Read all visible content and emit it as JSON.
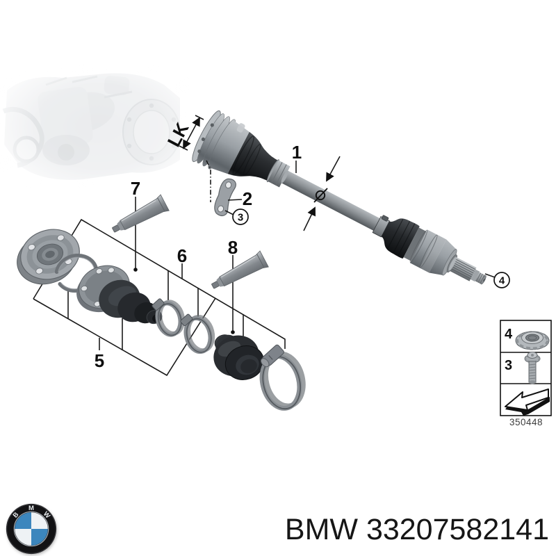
{
  "diagram": {
    "callouts": {
      "shaft": "1",
      "bracket": "2",
      "bolt": "3",
      "nut": "4",
      "kit_inner": "5",
      "kit_outer": "6",
      "grease_inner": "7",
      "grease_outer": "8",
      "bolt_circle": "LK"
    },
    "legend": {
      "nut_num": "4",
      "bolt_num": "3",
      "code": "350448"
    }
  },
  "footer": {
    "part_number": "BMW 33207582141",
    "logo_letters": {
      "b": "B",
      "m": "M",
      "w": "W"
    }
  },
  "icons": {
    "legend_arrow": "direction-arrow",
    "footer_logo": "bmw-roundel"
  },
  "colors": {
    "bmw_blue": "#3c86bd",
    "bmw_white": "#eef2f5",
    "line": "#1a1a1a",
    "legend_code_gray": "#3c3c3c"
  }
}
